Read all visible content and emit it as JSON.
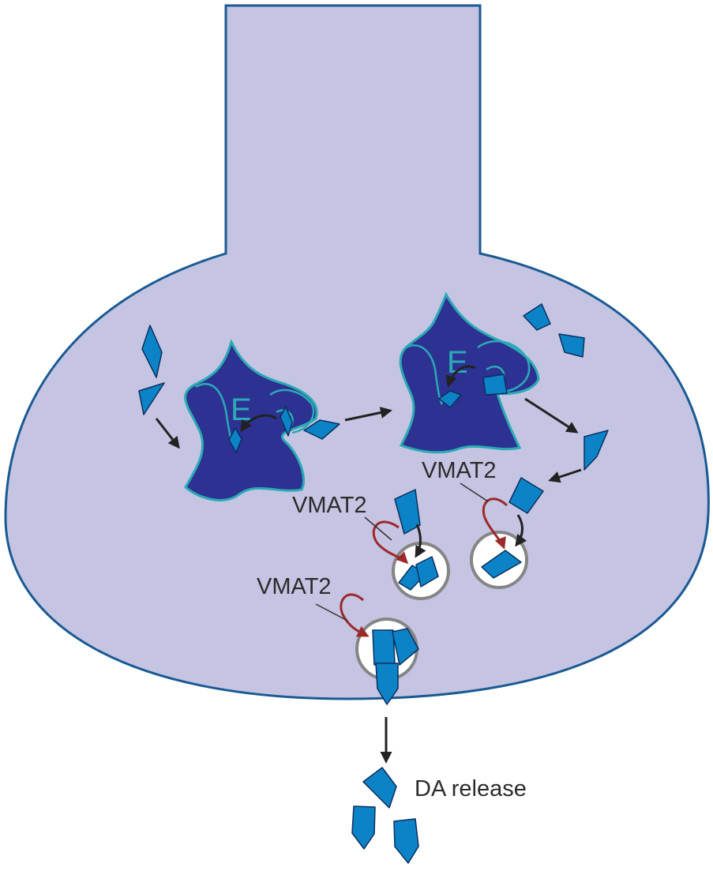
{
  "diagram": {
    "enzyme_letter": "E",
    "vmat_label": "VMAT2",
    "release_label": "DA release"
  },
  "colors": {
    "terminal_fill": "#c5c4e2",
    "terminal_stroke": "#1a5a93",
    "enzyme_fill": "#2d3192",
    "enzyme_stroke": "#2aaab5",
    "dopamine_fill": "#0d83c7",
    "dopamine_stroke": "#0a2f5e",
    "vesicle_stroke": "#858585",
    "transport_arrow": "#9b2a2a",
    "arrow": "#222222"
  }
}
